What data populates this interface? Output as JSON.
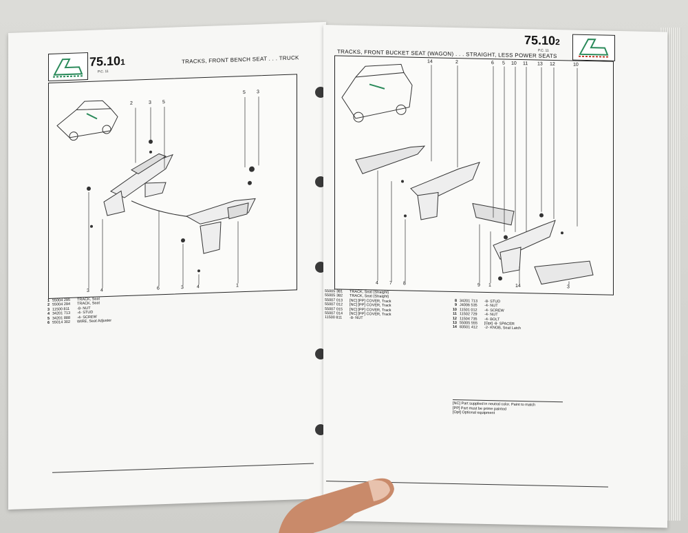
{
  "left_page": {
    "page_number": "75.",
    "page_section": "10",
    "page_sub": "1",
    "pc": "P.C. 11",
    "title": "TRACKS, FRONT BENCH SEAT . . . TRUCK",
    "callouts_top": [
      "2",
      "3",
      "5",
      "5",
      "3"
    ],
    "callouts_bottom": [
      "3",
      "4",
      "6",
      "3",
      "4",
      "1"
    ],
    "legend": [
      {
        "n": "1",
        "part": "55004 295",
        "desc": "TRACK, Seat"
      },
      {
        "n": "2",
        "part": "55004 294",
        "desc": "TRACK, Seat"
      },
      {
        "n": "3",
        "part": "11500 811",
        "desc": "-8- NUT"
      },
      {
        "n": "4",
        "part": "34201 713",
        "desc": "-4- STUD"
      },
      {
        "n": "5",
        "part": "34201 888",
        "desc": "-4- SCREW"
      },
      {
        "n": "6",
        "part": "55014 302",
        "desc": "WIRE, Seat Adjuster"
      }
    ]
  },
  "right_page": {
    "page_number": "75.",
    "page_section": "10",
    "page_sub": "2",
    "pc": "P.C. 11",
    "title": "TRACKS, FRONT BUCKET SEAT (WAGON) . . . STRAIGHT, LESS POWER SEATS",
    "callouts_top": [
      "14",
      "2",
      "6",
      "5",
      "10",
      "11",
      "13",
      "12",
      "10"
    ],
    "callouts_bottom": [
      "4",
      "7",
      "8",
      "9",
      "1",
      "14",
      "3"
    ],
    "legend_left": [
      {
        "n": "",
        "part": "55005 381",
        "desc": "TRACK, Seat (Straight)"
      },
      {
        "n": "",
        "part": "55005 382",
        "desc": "TRACK, Seat (Straight)"
      },
      {
        "n": "",
        "part": "55007 013",
        "desc": "[NC] [PP] COVER, Track"
      },
      {
        "n": "",
        "part": "55007 012",
        "desc": "[NC] [PP] COVER, Track"
      },
      {
        "n": "",
        "part": "55007 015",
        "desc": "[NC] [PP] COVER, Track"
      },
      {
        "n": "",
        "part": "55007 014",
        "desc": "[NC] [PP] COVER, Track"
      },
      {
        "n": "",
        "part": "11500 811",
        "desc": "-8- NUT"
      }
    ],
    "legend_right": [
      {
        "n": "8",
        "part": "34201 713",
        "desc": "-8- STUD"
      },
      {
        "n": "9",
        "part": "J4006 535",
        "desc": "-4- NUT"
      },
      {
        "n": "10",
        "part": "11501 012",
        "desc": "-4- SCREW"
      },
      {
        "n": "11",
        "part": "11502 729",
        "desc": "-4- NUT"
      },
      {
        "n": "12",
        "part": "11504 735",
        "desc": "-4- BOLT"
      },
      {
        "n": "13",
        "part": "55005 555",
        "desc": "[Opt] -8- SPACER"
      },
      {
        "n": "14",
        "part": "83501 412",
        "desc": "-2- KNOB, Seat Latch"
      }
    ],
    "notes": [
      "[NC] Part supplied in neutral color. Paint to match",
      "[PP] Part must be prime painted",
      "[Opt] Optional equipment"
    ]
  }
}
